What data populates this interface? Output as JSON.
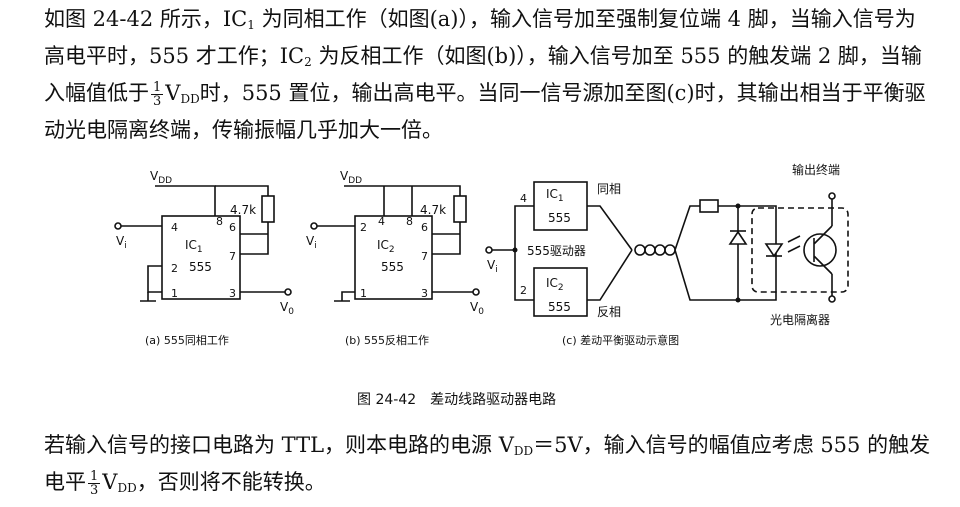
{
  "text": {
    "para1_a": "如图 24-42 所示，IC",
    "para1_a_sub": "1",
    "para1_b": " 为同相工作（如图(a)），输入信号加至强制复位端 4 脚，当输入信号为高电平时，555 才工作；IC",
    "para1_b_sub": "2",
    "para1_c": " 为反相工作（如图(b)），输入信号加至 555 的触发端 2 脚，当输入幅值低于",
    "frac_num": "1",
    "frac_den": "3",
    "vdd_main": "V",
    "vdd_sub": "DD",
    "para1_d": "时，555 置位，输出高电平。当同一信号源加至图(c)时，其输出相当于平衡驱动光电隔离终端，传输振幅几乎加大一倍。",
    "para2_a": "若输入信号的接口电路为 TTL，则本电路的电源 V",
    "para2_a_sub": "DD",
    "para2_b": "＝5V，输入信号的幅值应考虑 555 的触发电平",
    "para2_c": "，否则将不能转换。"
  },
  "figure": {
    "a": {
      "vdd": "V",
      "vdd_sub": "DD",
      "res": "4.7k",
      "vi": "V",
      "vi_sub": "i",
      "ic": "IC",
      "ic_sub": "1",
      "model": "555",
      "pins": [
        "4",
        "8",
        "6",
        "7",
        "2",
        "1",
        "3"
      ],
      "vo": "V",
      "vo_sub": "0",
      "caption": "(a) 555同相工作"
    },
    "b": {
      "vdd": "V",
      "vdd_sub": "DD",
      "res": "4.7k",
      "vi": "V",
      "vi_sub": "i",
      "ic": "IC",
      "ic_sub": "2",
      "model": "555",
      "pins": [
        "2",
        "4",
        "8",
        "6",
        "7",
        "1",
        "3"
      ],
      "vo": "V",
      "vo_sub": "0",
      "caption": "(b) 555反相工作"
    },
    "c": {
      "ic1": "IC",
      "ic1_sub": "1",
      "ic2": "IC",
      "ic2_sub": "2",
      "model": "555",
      "pin4": "4",
      "pin2": "2",
      "driver": "555驱动器",
      "vi": "V",
      "vi_sub": "i",
      "same_phase": "同相",
      "inv_phase": "反相",
      "output": "输出终端",
      "isolator": "光电隔离器",
      "caption": "(c) 差动平衡驱动示意图"
    },
    "title": "图 24-42　差动线路驱动器电路"
  }
}
